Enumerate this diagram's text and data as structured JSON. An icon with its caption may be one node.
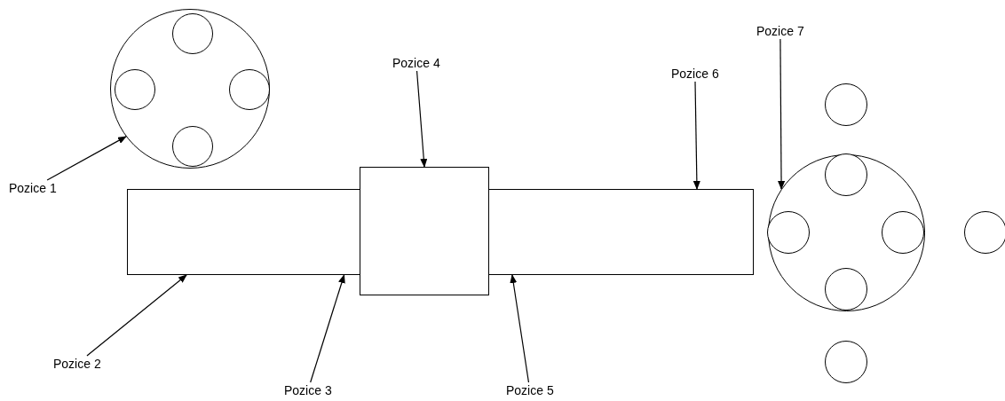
{
  "diagram": {
    "nodes": [
      {
        "text": [],
        "shape": "circle"
      },
      {
        "text": [],
        "shape": "circle",
        "in": 0
      },
      {
        "text": [],
        "shape": "circle",
        "in": 0
      },
      {
        "text": [],
        "shape": "circle",
        "in": 0
      },
      {
        "text": [],
        "shape": "circle",
        "in": 0
      },
      {
        "text": [],
        "shape": "box"
      },
      {
        "text": [],
        "shape": "box"
      },
      {
        "text": [],
        "shape": "box"
      },
      {
        "text": [],
        "shape": "circle"
      },
      {
        "text": [],
        "shape": "circle",
        "in": 8
      },
      {
        "text": [],
        "shape": "circle",
        "in": 8
      },
      {
        "text": [],
        "shape": "circle",
        "in": 8
      },
      {
        "text": [],
        "shape": "circle",
        "in": 8
      },
      {
        "text": [],
        "shape": "circle"
      },
      {
        "text": [],
        "shape": "circle"
      },
      {
        "text": [],
        "shape": "circle"
      },
      {
        "text": [
          "Pozice 1"
        ]
      },
      {
        "text": [
          "Pozice 2"
        ]
      },
      {
        "text": [
          "Pozice 3"
        ]
      },
      {
        "text": [
          "Pozice 4"
        ]
      },
      {
        "text": [
          "Pozice 5"
        ]
      },
      {
        "text": [
          "Pozice 6"
        ]
      },
      {
        "text": [
          "Pozice 7"
        ]
      }
    ],
    "edges": [
      {
        "from": 16,
        "to": 0,
        "arrow": "to"
      },
      {
        "from": 17,
        "to": 5,
        "arrow": "to"
      },
      {
        "from": 18,
        "to": 5,
        "arrow": "to"
      },
      {
        "from": 19,
        "to": 6,
        "arrow": "to"
      },
      {
        "from": 20,
        "to": 7,
        "arrow": "to"
      },
      {
        "from": 21,
        "to": 7,
        "arrow": "to"
      },
      {
        "from": 22,
        "to": 8,
        "arrow": "to"
      }
    ]
  }
}
